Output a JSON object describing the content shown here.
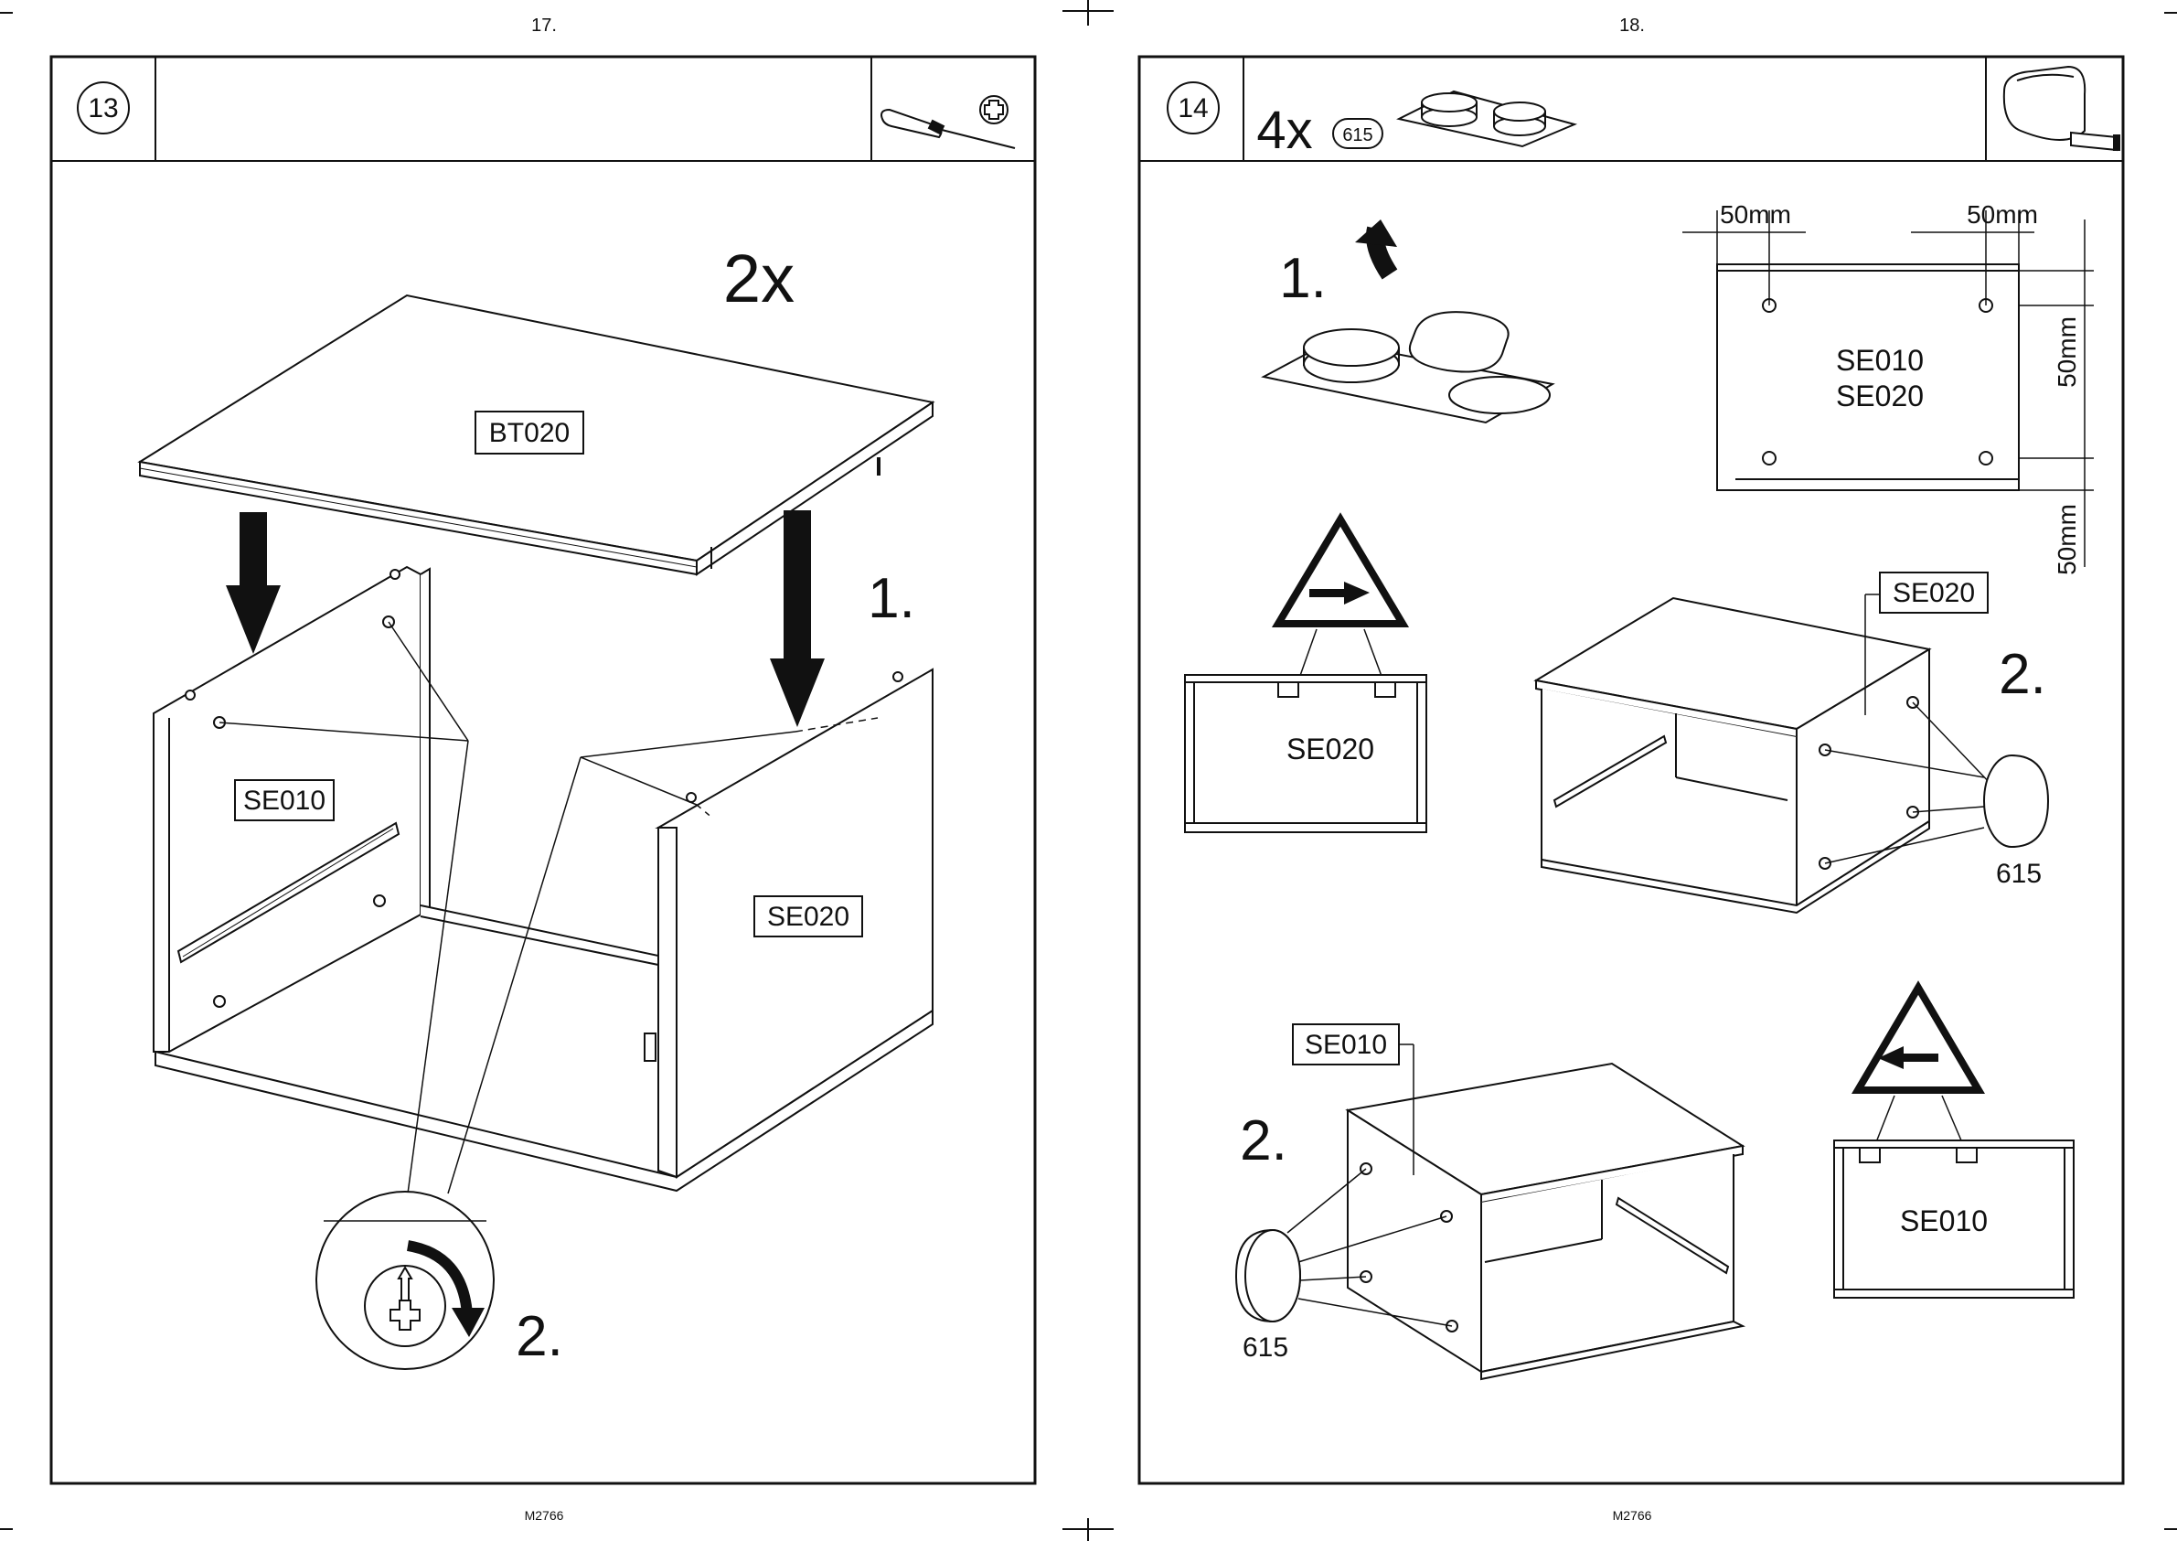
{
  "pages": [
    {
      "number": "17.",
      "footer": "M2766",
      "step": "13"
    },
    {
      "number": "18.",
      "footer": "M2766",
      "step": "14"
    }
  ],
  "step13": {
    "count": "2x",
    "label_top": "BT020",
    "label_left": "SE010",
    "label_right": "SE020",
    "step1": "1.",
    "step2": "2.",
    "tool_icon": "screwdriver-icon"
  },
  "step14": {
    "qty": "4x",
    "part_badge": "615",
    "tool_icon": "measuring-tape-icon",
    "step1": "1.",
    "dim_top_left": "50mm",
    "dim_top_right": "50mm",
    "dim_side_upper": "50mm",
    "dim_side_lower": "50mm",
    "panel_label_1": "SE010",
    "panel_label_2": "SE020",
    "warn_left_label": "SE020",
    "cab_right_label": "SE020",
    "cab_right_step": "2.",
    "cab_right_part": "615",
    "cab_left_label": "SE010",
    "cab_left_step": "2.",
    "cab_left_part": "615",
    "warn_right_label": "SE010"
  }
}
